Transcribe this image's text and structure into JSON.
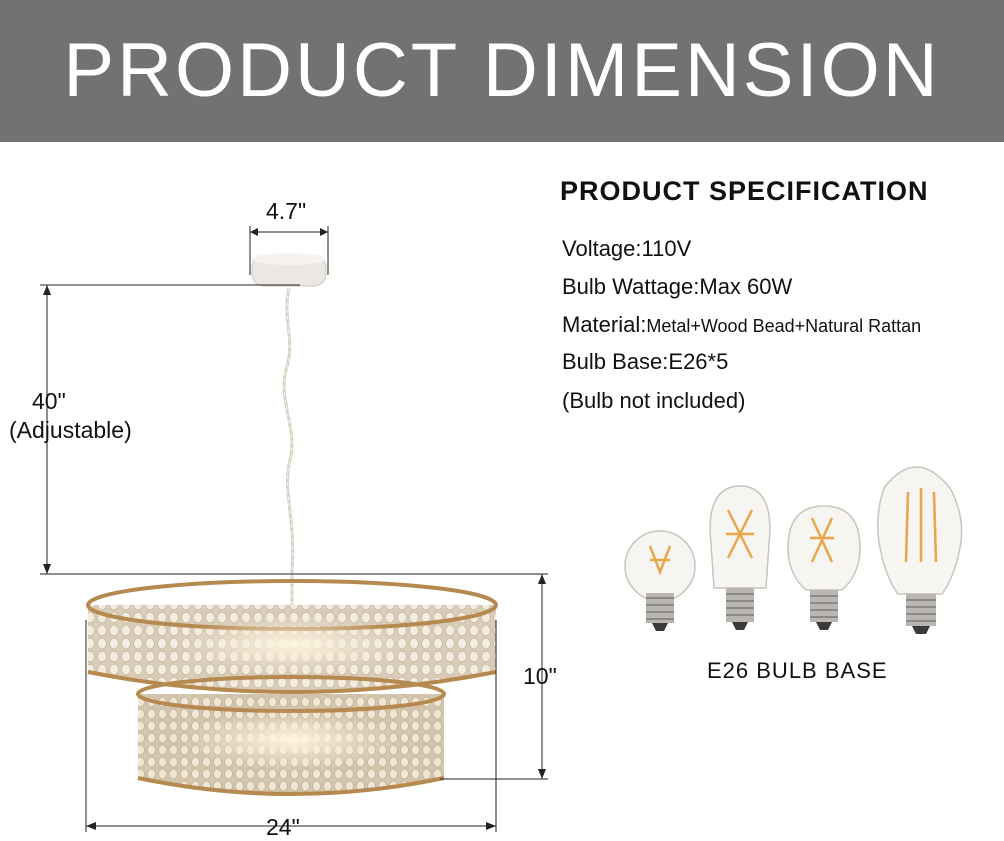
{
  "banner": {
    "title": "PRODUCT DIMENSION"
  },
  "dimensions": {
    "canopy_width": "4.7\"",
    "drop_height": "40\"",
    "drop_note": "(Adjustable)",
    "fixture_height": "10\"",
    "fixture_width": "24\""
  },
  "specification": {
    "title": "PRODUCT SPECIFICATION",
    "voltage": "Voltage:110V",
    "wattage": "Bulb Wattage:Max 60W",
    "material_label": "Material:",
    "material_value": "Metal+Wood Bead+Natural Rattan",
    "bulb_base": "Bulb Base:E26*5",
    "note": "(Bulb not included)"
  },
  "bulbs": {
    "caption": "E26 BULB BASE"
  },
  "colors": {
    "banner": "#727272",
    "rattan": "#b5894f",
    "bead": "#ece3d3",
    "filament": "#e7a64a"
  }
}
